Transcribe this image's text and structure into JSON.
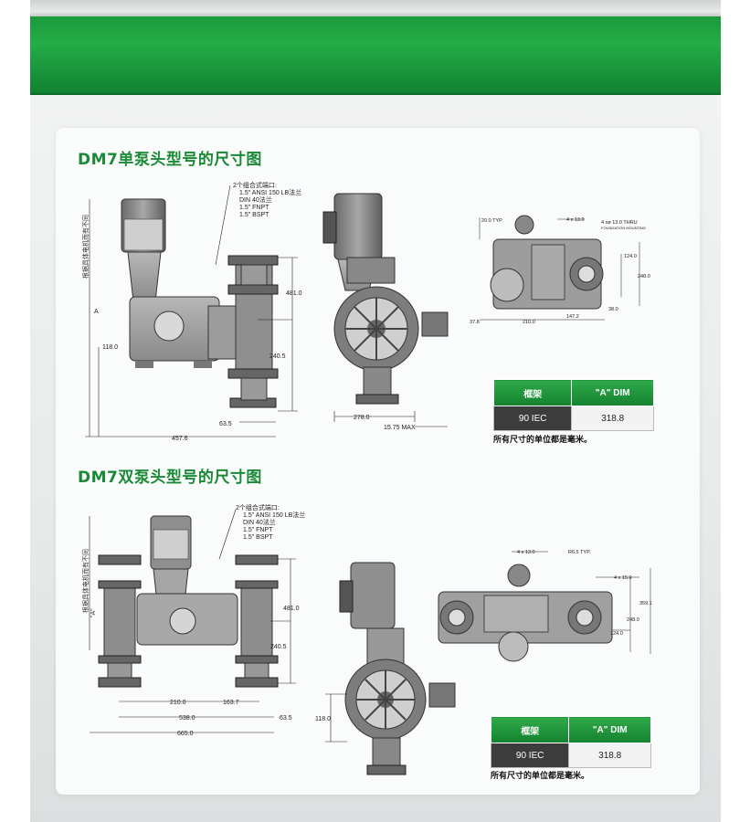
{
  "section1": {
    "title": "DM7单泵头型号的尺寸图",
    "side_note": "根据具体电机而有不同",
    "connection_note": [
      "2个组合式端口:",
      "1.5\" ANSI 150 LB法兰",
      "DIN 40法兰",
      "1.5\" FNPT",
      "1.5\" BSPT"
    ],
    "dims": {
      "a": "A",
      "h118": "118.0",
      "h240": "240.5",
      "h481": "481.0",
      "w63": "63.5",
      "w457": "457.6",
      "w278": "278.0",
      "w1575": "15.75 MAX",
      "t20": "20.0 TYP",
      "t4x13": "4 x 13.0",
      "t4xd13": "4 xø 13.0 THRU",
      "t_found": "FOUNDATION MOUNTING",
      "t124": "124.0",
      "t248": "248.0",
      "t378": "37.8",
      "t210": "210.0",
      "t1472": "147.2",
      "t38": "38.0"
    },
    "table": {
      "headers": [
        "框架",
        "\"A\" DIM"
      ],
      "rows": [
        [
          "90 IEC",
          "318.8"
        ]
      ]
    },
    "units_note": "所有尺寸的单位都是毫米。"
  },
  "section2": {
    "title": "DM7双泵头型号的尺寸图",
    "side_note": "根据具体电机而有不同",
    "side_a": "\"A\"",
    "connection_note": [
      "2个组合式端口:",
      "1.5\" ANSI 150 LB法兰",
      "DIN 40法兰",
      "1.5\" FNPT",
      "1.5\" BSPT"
    ],
    "dims": {
      "h481": "481.0",
      "h240": "240.5",
      "w210": "210.0",
      "w163": "163.7",
      "w538": "538.0",
      "w63": "63.5",
      "w665": "665.0",
      "h118": "118.0",
      "t4x13": "4 x 13.0",
      "tr65": "R6.5 TYP.",
      "t4x15": "4 x 15.0",
      "t359": "359.1",
      "t248": "248.0",
      "t124": "124.0"
    },
    "table": {
      "headers": [
        "框架",
        "\"A\" DIM"
      ],
      "rows": [
        [
          "90 IEC",
          "318.8"
        ]
      ]
    },
    "units_note": "所有尺寸的单位都是毫米。"
  }
}
